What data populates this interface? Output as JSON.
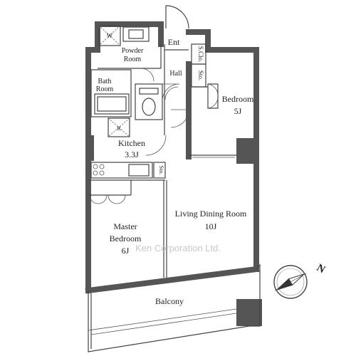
{
  "rooms": {
    "walk_in_closet": "W",
    "powder_room_line1": "Powder",
    "powder_room_line2": "Room",
    "entrance": "Ent",
    "shoe_closet": "S.Clo.",
    "hall": "Hall",
    "storage_hall": "Sto.",
    "bath_line1": "Bath",
    "bath_line2": "Room",
    "refrigerator": "R",
    "kitchen_name": "Kitchen",
    "kitchen_size": "3.3J",
    "storage_kitchen": "Sto.",
    "bedroom_name": "Bedroom",
    "bedroom_size": "5J",
    "master_line1": "Master",
    "master_line2": "Bedroom",
    "master_size": "6J",
    "ldr_name": "Living Dining Room",
    "ldr_size": "10J",
    "balcony": "Balcony"
  },
  "watermark": "Ken Corporation Ltd.",
  "compass": {
    "label": "N",
    "icon": "north-compass-icon"
  },
  "colors": {
    "wall": "#555555",
    "line": "#444444",
    "watermark": "#c8c8c8"
  }
}
